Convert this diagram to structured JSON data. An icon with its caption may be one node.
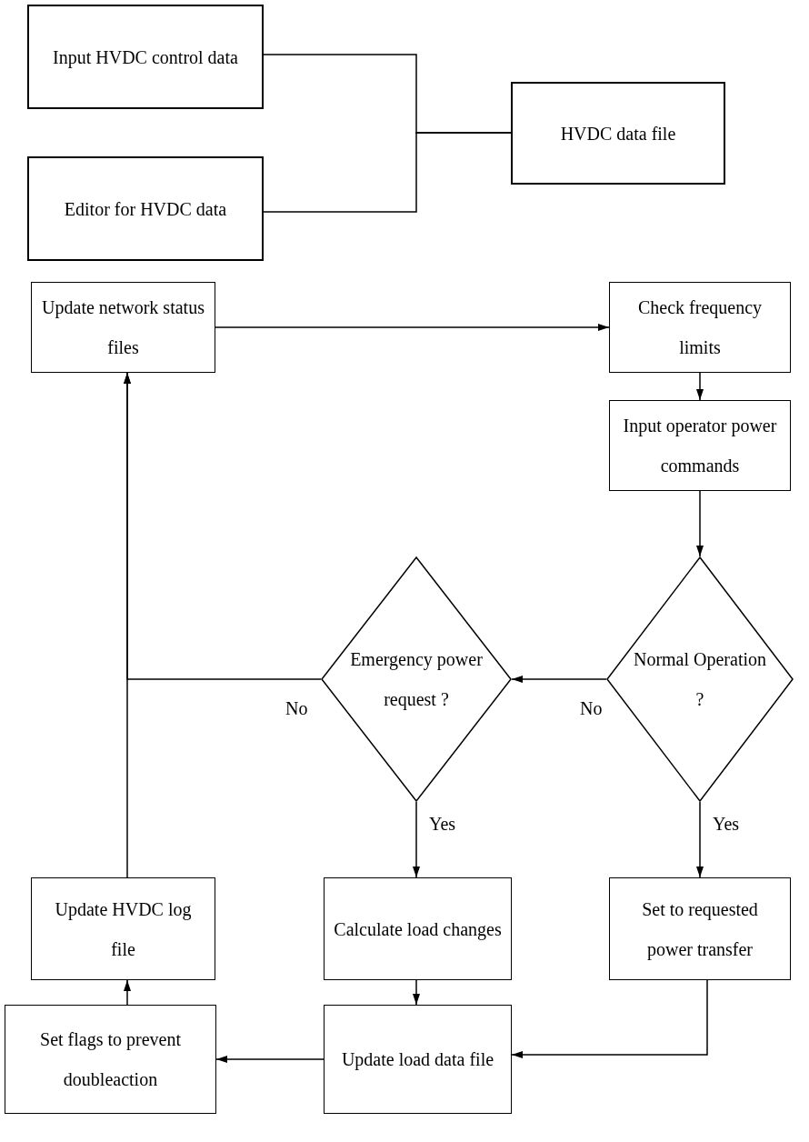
{
  "diagram": {
    "nodes": [
      {
        "text": [
          "Input HVDC control data"
        ]
      },
      {
        "text": [
          "Editor for HVDC data"
        ]
      },
      {
        "text": [
          "HVDC data file"
        ]
      },
      {
        "text": [
          "Update network status files"
        ]
      },
      {
        "text": [
          "Check frequency limits"
        ]
      },
      {
        "text": [
          "Input operator power commands"
        ]
      },
      {
        "text": [
          "Emergency power request ?"
        ]
      },
      {
        "text": [
          "Normal Operation ?"
        ]
      },
      {
        "text": [
          "Update HVDC log file"
        ]
      },
      {
        "text": [
          "Calculate load changes"
        ]
      },
      {
        "text": [
          "Set to requested power transfer"
        ]
      },
      {
        "text": [
          "Set flags to prevent doubleaction"
        ]
      },
      {
        "text": [
          "Update load data file"
        ]
      }
    ],
    "edges": [
      {
        "from": 0,
        "to": 2,
        "arrow": "none"
      },
      {
        "from": 1,
        "to": 2,
        "arrow": "none"
      },
      {
        "from": 3,
        "to": 4,
        "arrow": "to"
      },
      {
        "from": 4,
        "to": 5,
        "arrow": "to"
      },
      {
        "from": 5,
        "to": 7,
        "arrow": "to"
      },
      {
        "from": 7,
        "to": 6,
        "arrow": "to",
        "label": "No"
      },
      {
        "from": 6,
        "to": 3,
        "arrow": "to",
        "label": "No"
      },
      {
        "from": 6,
        "to": 9,
        "arrow": "to",
        "label": "Yes"
      },
      {
        "from": 7,
        "to": 10,
        "arrow": "to",
        "label": "Yes"
      },
      {
        "from": 9,
        "to": 12,
        "arrow": "to"
      },
      {
        "from": 10,
        "to": 12,
        "arrow": "to"
      },
      {
        "from": 12,
        "to": 11,
        "arrow": "to"
      },
      {
        "from": 11,
        "to": 8,
        "arrow": "to"
      },
      {
        "from": 8,
        "to": 3,
        "arrow": "to"
      }
    ]
  }
}
